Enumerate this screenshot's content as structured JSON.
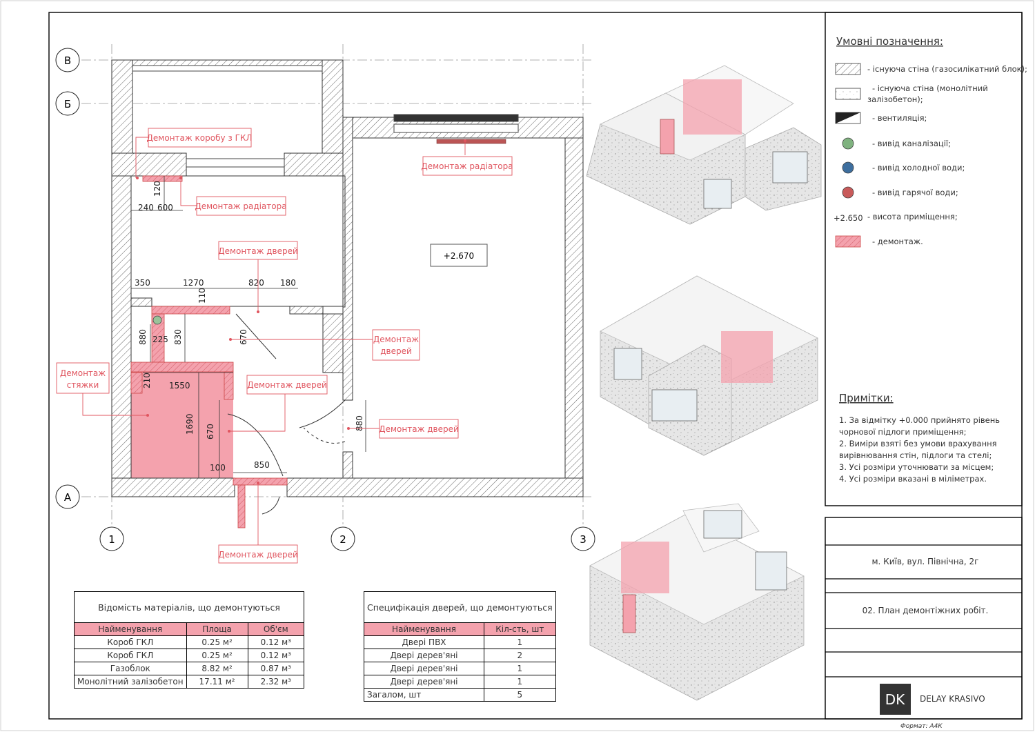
{
  "axes": {
    "col1": "1",
    "col2": "2",
    "col3": "3",
    "rowA": "А",
    "rowB": "Б",
    "rowV": "В"
  },
  "room_height": "+2.670",
  "dimensions": {
    "d240": "240",
    "d600": "600",
    "d120": "120",
    "d350": "350",
    "d1270": "1270",
    "d820": "820",
    "d180": "180",
    "d110": "110",
    "d880a": "880",
    "d225": "225",
    "d830": "830",
    "d670a": "670",
    "d210": "210",
    "d1550": "1550",
    "d1690": "1690",
    "d670b": "670",
    "d100": "100",
    "d850": "850",
    "d880b": "880"
  },
  "callouts": {
    "box": "Демонтаж коробу з ГКЛ",
    "radiator1": "Демонтаж радіатора",
    "radiator2": "Демонтаж радіатора",
    "door1": "Демонтаж дверей",
    "door2_l1": "Демонтаж",
    "door2_l2": "дверей",
    "door3": "Демонтаж дверей",
    "door4": "Демонтаж дверей",
    "door5": "Демонтаж дверей",
    "screed_l1": "Демонтаж",
    "screed_l2": "стяжки"
  },
  "legend": {
    "title": "Умовні позначення:",
    "items": {
      "wall": "- існуюча стіна (газосилікатний блок);",
      "concrete_l1": "- існуюча стіна (монолітний",
      "concrete_l2": "залізобетон);",
      "vent": "- вентиляція;",
      "sewer": "- вивід каналізації;",
      "cold": "- вивід холодної води;",
      "hot": "- вивід гарячої води;",
      "height_sym": "+2.650",
      "height": "- висота приміщення;",
      "demolition": "- демонтаж."
    }
  },
  "notes": {
    "title": "Примітки:",
    "lines": [
      "1. За відмітку +0.000 прийнято рівень",
      "чорнової підлоги приміщення;",
      "2. Виміри взяті без умови врахування",
      "вирівнювання стін, підлоги та стелі;",
      "3. Усі розміри уточнювати за місцем;",
      "4. Усі розміри вказані в міліметрах."
    ]
  },
  "title_block": {
    "address": "м. Київ, вул. Північна, 2г",
    "sheet_title": "02. План демонтіжних робіт.",
    "logo": "DK",
    "company": "DELAY KRASIVO",
    "format": "Формат: А4К"
  },
  "materials_table": {
    "caption": "Відомість матеріалів, що демонтуються",
    "headers": [
      "Найменування",
      "Площа",
      "Об'єм"
    ],
    "rows": [
      [
        "Короб ГКЛ",
        "0.25 м²",
        "0.12 м³"
      ],
      [
        "Короб ГКЛ",
        "0.25 м²",
        "0.12 м³"
      ],
      [
        "Газоблок",
        "8.82 м²",
        "0.87 м³"
      ],
      [
        "Монолітний залізобетон",
        "17.11 м²",
        "2.32 м³"
      ]
    ]
  },
  "doors_table": {
    "caption": "Специфікація дверей, що демонтуються",
    "headers": [
      "Найменування",
      "Кіл-сть, шт"
    ],
    "rows": [
      [
        "Двері ПВХ",
        "1"
      ],
      [
        "Двері дерев'яні",
        "2"
      ],
      [
        "Двері дерев'яні",
        "1"
      ],
      [
        "Двері дерев'яні",
        "1"
      ]
    ],
    "total_label": "Загалом, шт",
    "total_value": "5"
  },
  "colors": {
    "demolition": "#f4a2ad",
    "callout": "#e0555f",
    "sewer": "#7fb27f",
    "cold": "#3d6e9e",
    "hot": "#c85a5a",
    "wall": "#555555"
  }
}
